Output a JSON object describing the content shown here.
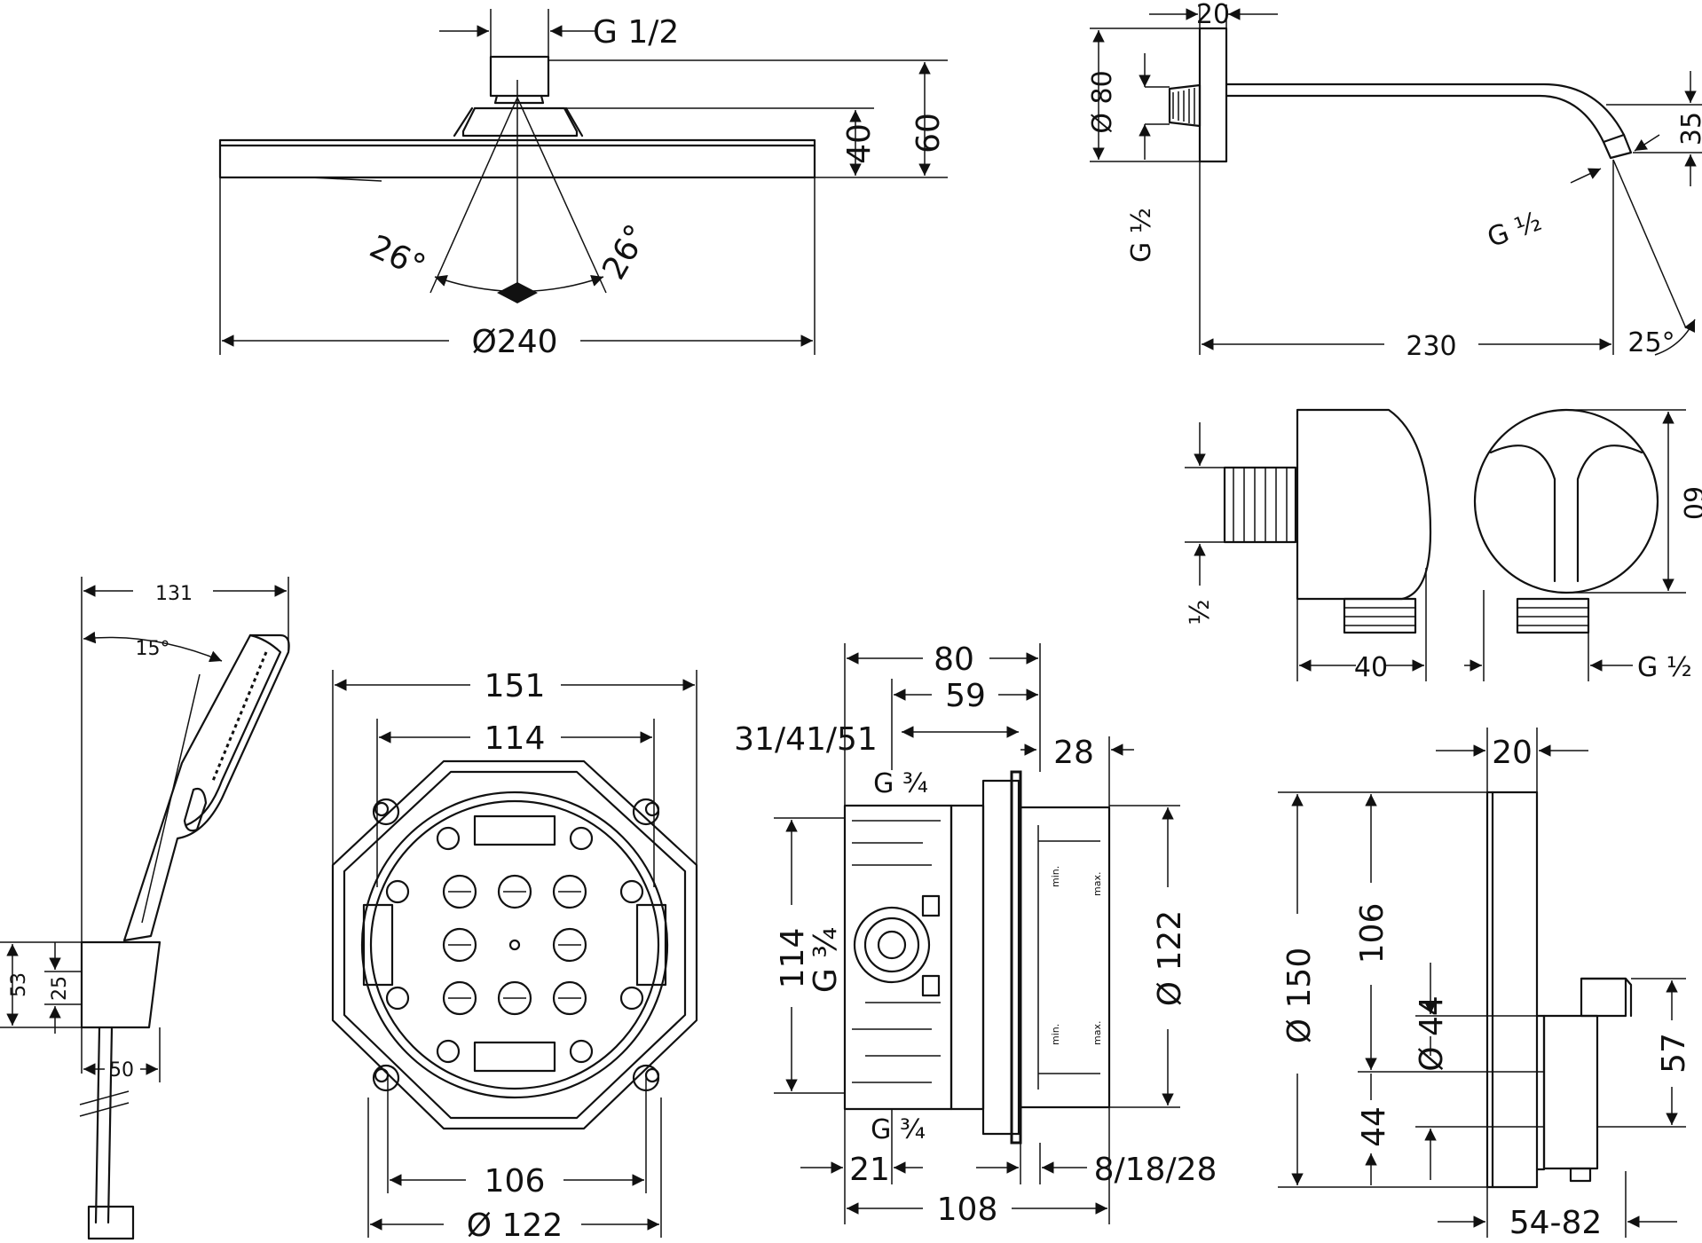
{
  "views": {
    "overhead_shower": {
      "dim_thread": "G 1/2",
      "dim_height_total": "60",
      "dim_height_body": "40",
      "dim_angle_left": "26°",
      "dim_angle_right": "26°",
      "dim_diameter": "Ø240"
    },
    "shower_arm": {
      "dim_flange_depth": "20",
      "dim_flange_diameter": "Ø 80",
      "dim_inlet_thread": "G ½",
      "dim_outlet_thread": "G ½",
      "dim_drop": "35",
      "dim_length": "230",
      "dim_angle": "25°"
    },
    "wall_outlet": {
      "dim_height": "60",
      "dim_depth": "40",
      "dim_inlet_thread": "½",
      "dim_outlet_thread": "G ½"
    },
    "hand_shower": {
      "dim_length": "131",
      "dim_angle": "15°",
      "dim_holder_height": "53",
      "dim_holder_inner": "25",
      "dim_holder_width": "50"
    },
    "basic_set_front": {
      "dim_outer_width": "151",
      "dim_inner_width": "114",
      "dim_bottom_width": "106",
      "dim_bottom_diameter": "Ø 122"
    },
    "basic_set_side": {
      "dim_width": "80",
      "dim_inner": "59",
      "dim_adjust": "31/41/51",
      "dim_plate": "28",
      "thread_top": "G ¾",
      "thread_mid": "G ¾",
      "thread_bottom": "G ¾",
      "dim_height": "114",
      "dim_diameter": "Ø 122",
      "dim_depth_left": "21",
      "dim_depth_right": "8/18/28",
      "dim_total_depth": "108",
      "mark_min": "min.",
      "mark_max": "max."
    },
    "thermostat": {
      "dim_plate_depth": "20",
      "dim_diameter": "Ø 150",
      "dim_upper": "106",
      "dim_knob_diameter": "Ø 44",
      "dim_knob_offset": "44",
      "dim_knob_height": "57",
      "dim_projection": "54-82"
    }
  }
}
